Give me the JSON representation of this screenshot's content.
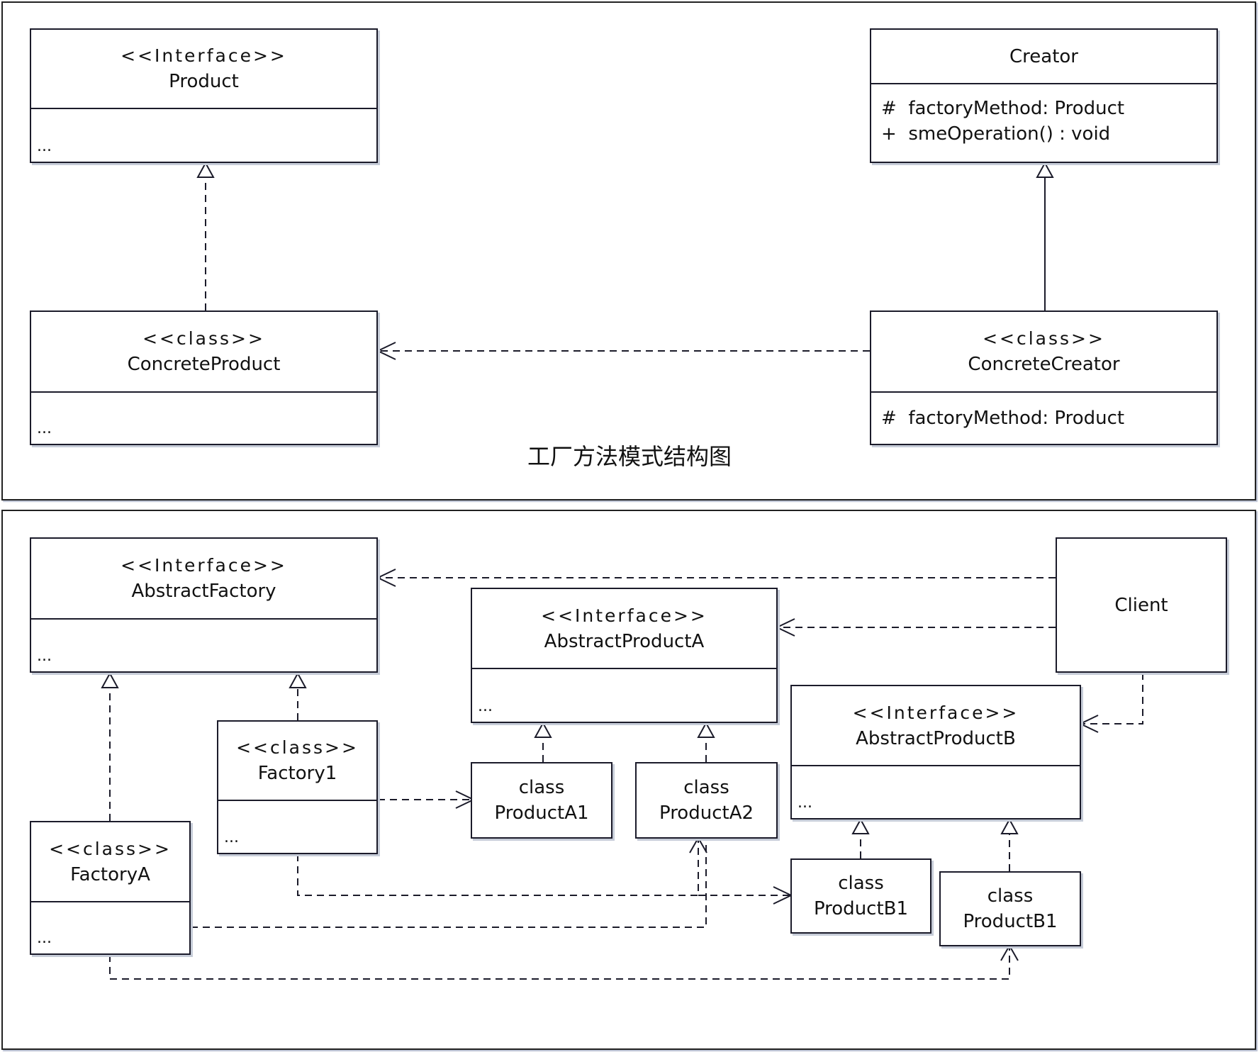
{
  "factory_method": {
    "caption": "工厂方法模式结构图",
    "product": {
      "stereotype": "<<Interface>>",
      "name": "Product",
      "body": "..."
    },
    "concrete_product": {
      "stereotype": "<<class>>",
      "name": "ConcreteProduct",
      "body": "..."
    },
    "creator": {
      "name": "Creator",
      "members": [
        "#  factoryMethod: Product",
        "+  smeOperation() : void"
      ]
    },
    "concrete_creator": {
      "stereotype": "<<class>>",
      "name": "ConcreteCreator",
      "members": [
        "#  factoryMethod: Product"
      ]
    }
  },
  "abstract_factory": {
    "abstract_factory": {
      "stereotype": "<<Interface>>",
      "name": "AbstractFactory",
      "body": "..."
    },
    "factory1": {
      "stereotype": "<<class>>",
      "name": "Factory1",
      "body": "..."
    },
    "factory_a": {
      "stereotype": "<<class>>",
      "name": "FactoryA",
      "body": "..."
    },
    "abstract_product_a": {
      "stereotype": "<<Interface>>",
      "name": "AbstractProductA",
      "body": "..."
    },
    "abstract_product_b": {
      "stereotype": "<<Interface>>",
      "name": "AbstractProductB",
      "body": "..."
    },
    "product_a1": {
      "line1": "class",
      "line2": "ProductA1"
    },
    "product_a2": {
      "line1": "class",
      "line2": "ProductA2"
    },
    "product_b1_left": {
      "line1": "class",
      "line2": "ProductB1"
    },
    "product_b1_right": {
      "line1": "class",
      "line2": "ProductB1"
    },
    "client": {
      "name": "Client"
    }
  }
}
